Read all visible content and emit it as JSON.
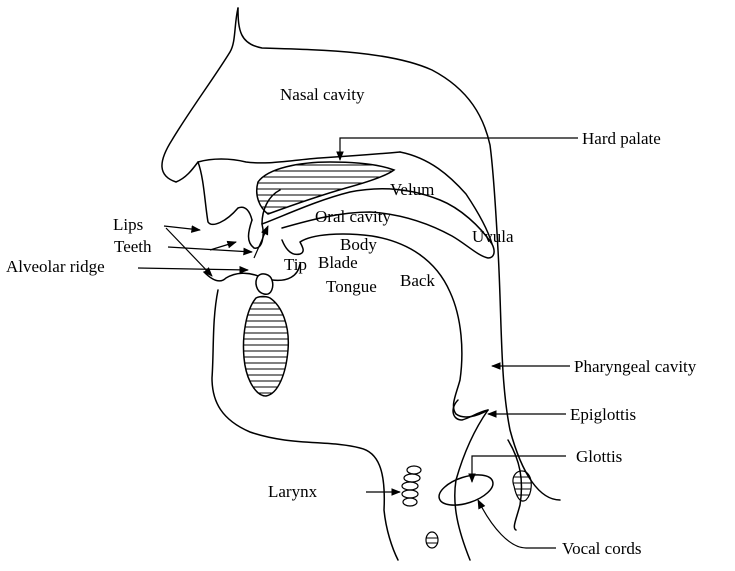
{
  "labels": {
    "nasal_cavity": "Nasal cavity",
    "hard_palate": "Hard palate",
    "velum": "Velum",
    "oral_cavity": "Oral cavity",
    "uvula": "Uvula",
    "lips": "Lips",
    "teeth": "Teeth",
    "alveolar_ridge": "Alveolar ridge",
    "body": "Body",
    "tip": "Tip",
    "blade": "Blade",
    "tongue": "Tongue",
    "back": "Back",
    "pharyngeal_cavity": "Pharyngeal cavity",
    "epiglottis": "Epiglottis",
    "glottis": "Glottis",
    "larynx": "Larynx",
    "vocal_cords": "Vocal cords"
  }
}
